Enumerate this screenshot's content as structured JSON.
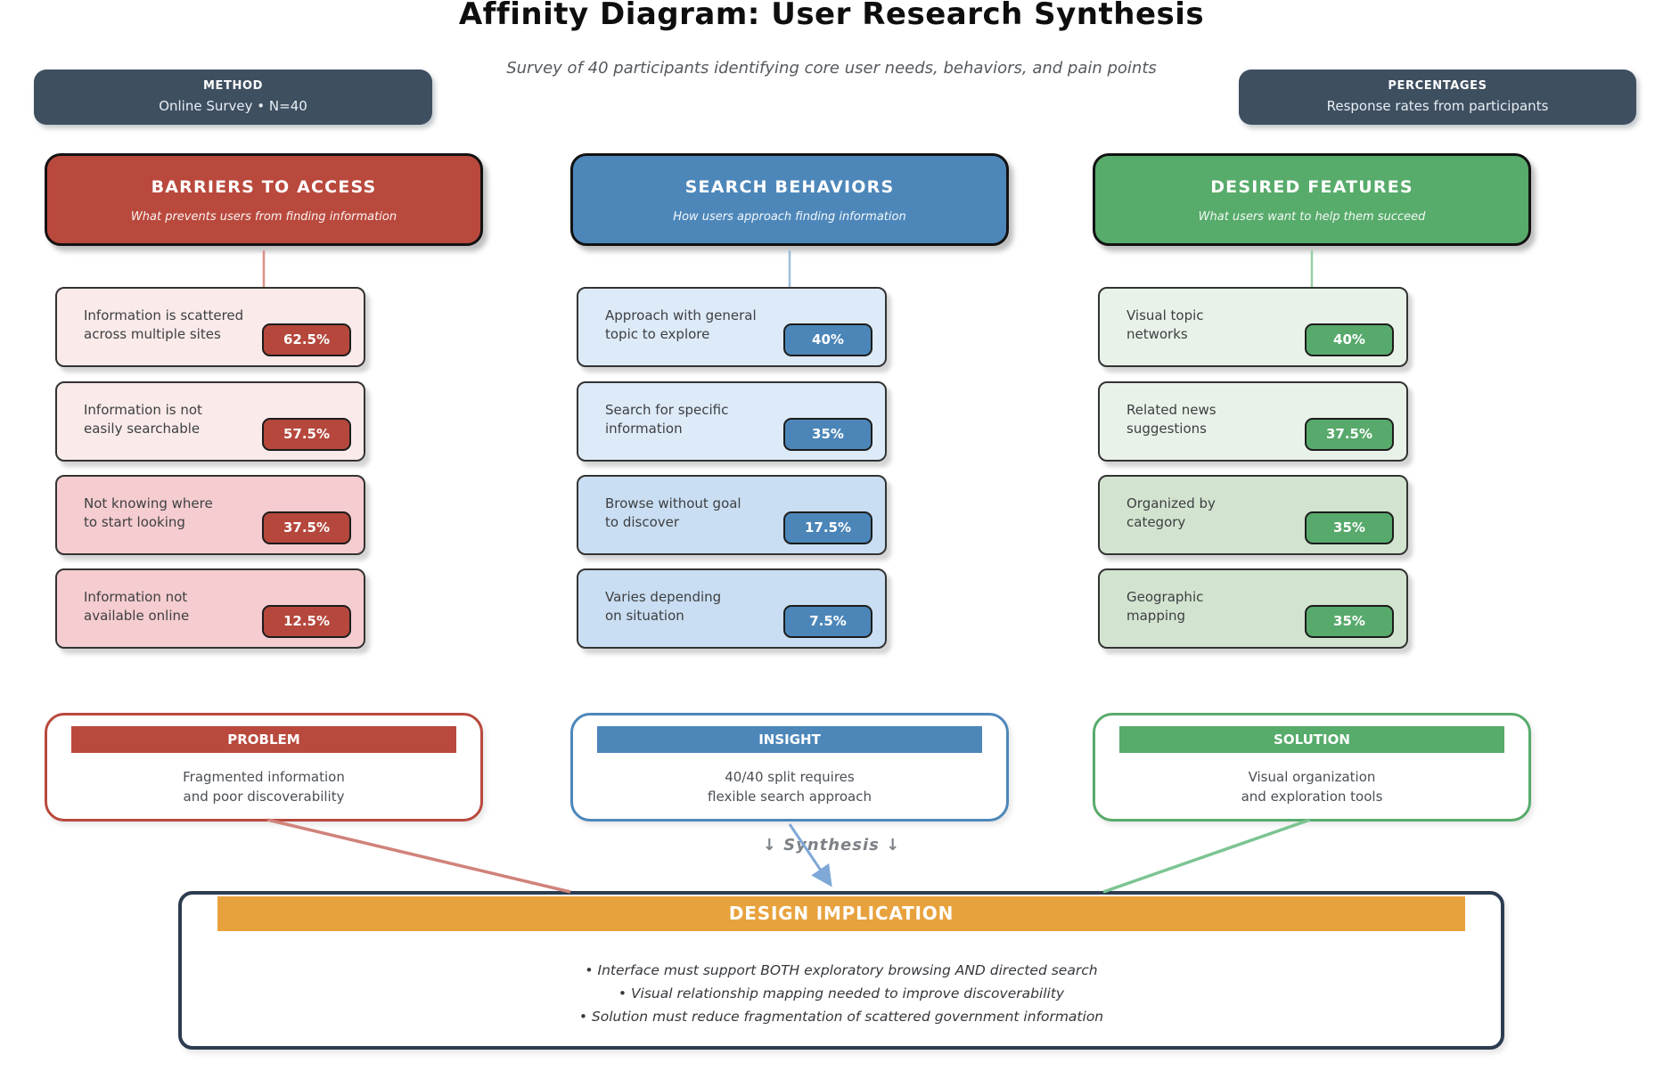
{
  "page": {
    "title": "Affinity Diagram: User Research Synthesis",
    "subtitle": "Survey of 40 participants identifying core user needs, behaviors, and pain points",
    "synthesis_label": "↓  Synthesis  ↓"
  },
  "badges": {
    "method": {
      "title": "METHOD",
      "subtitle": "Online Survey • N=40"
    },
    "percentages": {
      "title": "PERCENTAGES",
      "subtitle": "Response rates from participants"
    }
  },
  "colors": {
    "slate_badge": "#3e4f60",
    "red_header": "#b9493d",
    "red_card_light": "#faeae9",
    "red_card_dark": "#f5cccf",
    "red_value_badge": "#b5473c",
    "blue_header": "#4d87ba",
    "blue_card_light": "#ddeaf8",
    "blue_card_dark": "#c9def2",
    "blue_value_badge": "#4c86b8",
    "green_header": "#57ab6b",
    "green_card_light": "#e9f2e8",
    "green_card_dark": "#d2e4cf",
    "green_value_badge": "#58a96c",
    "design_header": "#e8a23d",
    "design_border": "#2c3c50"
  },
  "columns": [
    {
      "key": "barriers-to-access",
      "header": {
        "title": "BARRIERS TO ACCESS",
        "subtitle": "What prevents users from finding information"
      },
      "items": [
        {
          "line1": "Information is scattered",
          "line2": "across multiple sites",
          "value": "62.5%"
        },
        {
          "line1": "Information is not",
          "line2": "easily searchable",
          "value": "57.5%"
        },
        {
          "line1": "Not knowing where",
          "line2": "to start looking",
          "value": "37.5%"
        },
        {
          "line1": "Information not",
          "line2": "available online",
          "value": "12.5%"
        }
      ]
    },
    {
      "key": "search-behaviors",
      "header": {
        "title": "SEARCH BEHAVIORS",
        "subtitle": "How users approach finding information"
      },
      "items": [
        {
          "line1": "Approach with general",
          "line2": "topic to explore",
          "value": "40%"
        },
        {
          "line1": "Search for specific",
          "line2": "information",
          "value": "35%"
        },
        {
          "line1": "Browse without goal",
          "line2": "to discover",
          "value": "17.5%"
        },
        {
          "line1": "Varies depending",
          "line2": "on situation",
          "value": "7.5%"
        }
      ]
    },
    {
      "key": "desired-features",
      "header": {
        "title": "DESIRED FEATURES",
        "subtitle": "What users want to help them succeed"
      },
      "items": [
        {
          "line1": "Visual topic",
          "line2": "networks",
          "value": "40%"
        },
        {
          "line1": "Related news",
          "line2": "suggestions",
          "value": "37.5%"
        },
        {
          "line1": "Organized by",
          "line2": "category",
          "value": "35%"
        },
        {
          "line1": "Geographic",
          "line2": "mapping",
          "value": "35%"
        }
      ]
    }
  ],
  "synthesis_boxes": [
    {
      "key": "problem",
      "title": "PROBLEM",
      "line1": "Fragmented information",
      "line2": "and poor discoverability"
    },
    {
      "key": "insight",
      "title": "INSIGHT",
      "line1": "40/40 split requires",
      "line2": "flexible search approach"
    },
    {
      "key": "solution",
      "title": "SOLUTION",
      "line1": "Visual organization",
      "line2": "and exploration tools"
    }
  ],
  "design_implication": {
    "title": "DESIGN IMPLICATION",
    "bullets": [
      "• Interface must support BOTH exploratory browsing AND directed search",
      "• Visual relationship mapping needed to improve discoverability",
      "• Solution must reduce fragmentation of scattered government information"
    ]
  }
}
